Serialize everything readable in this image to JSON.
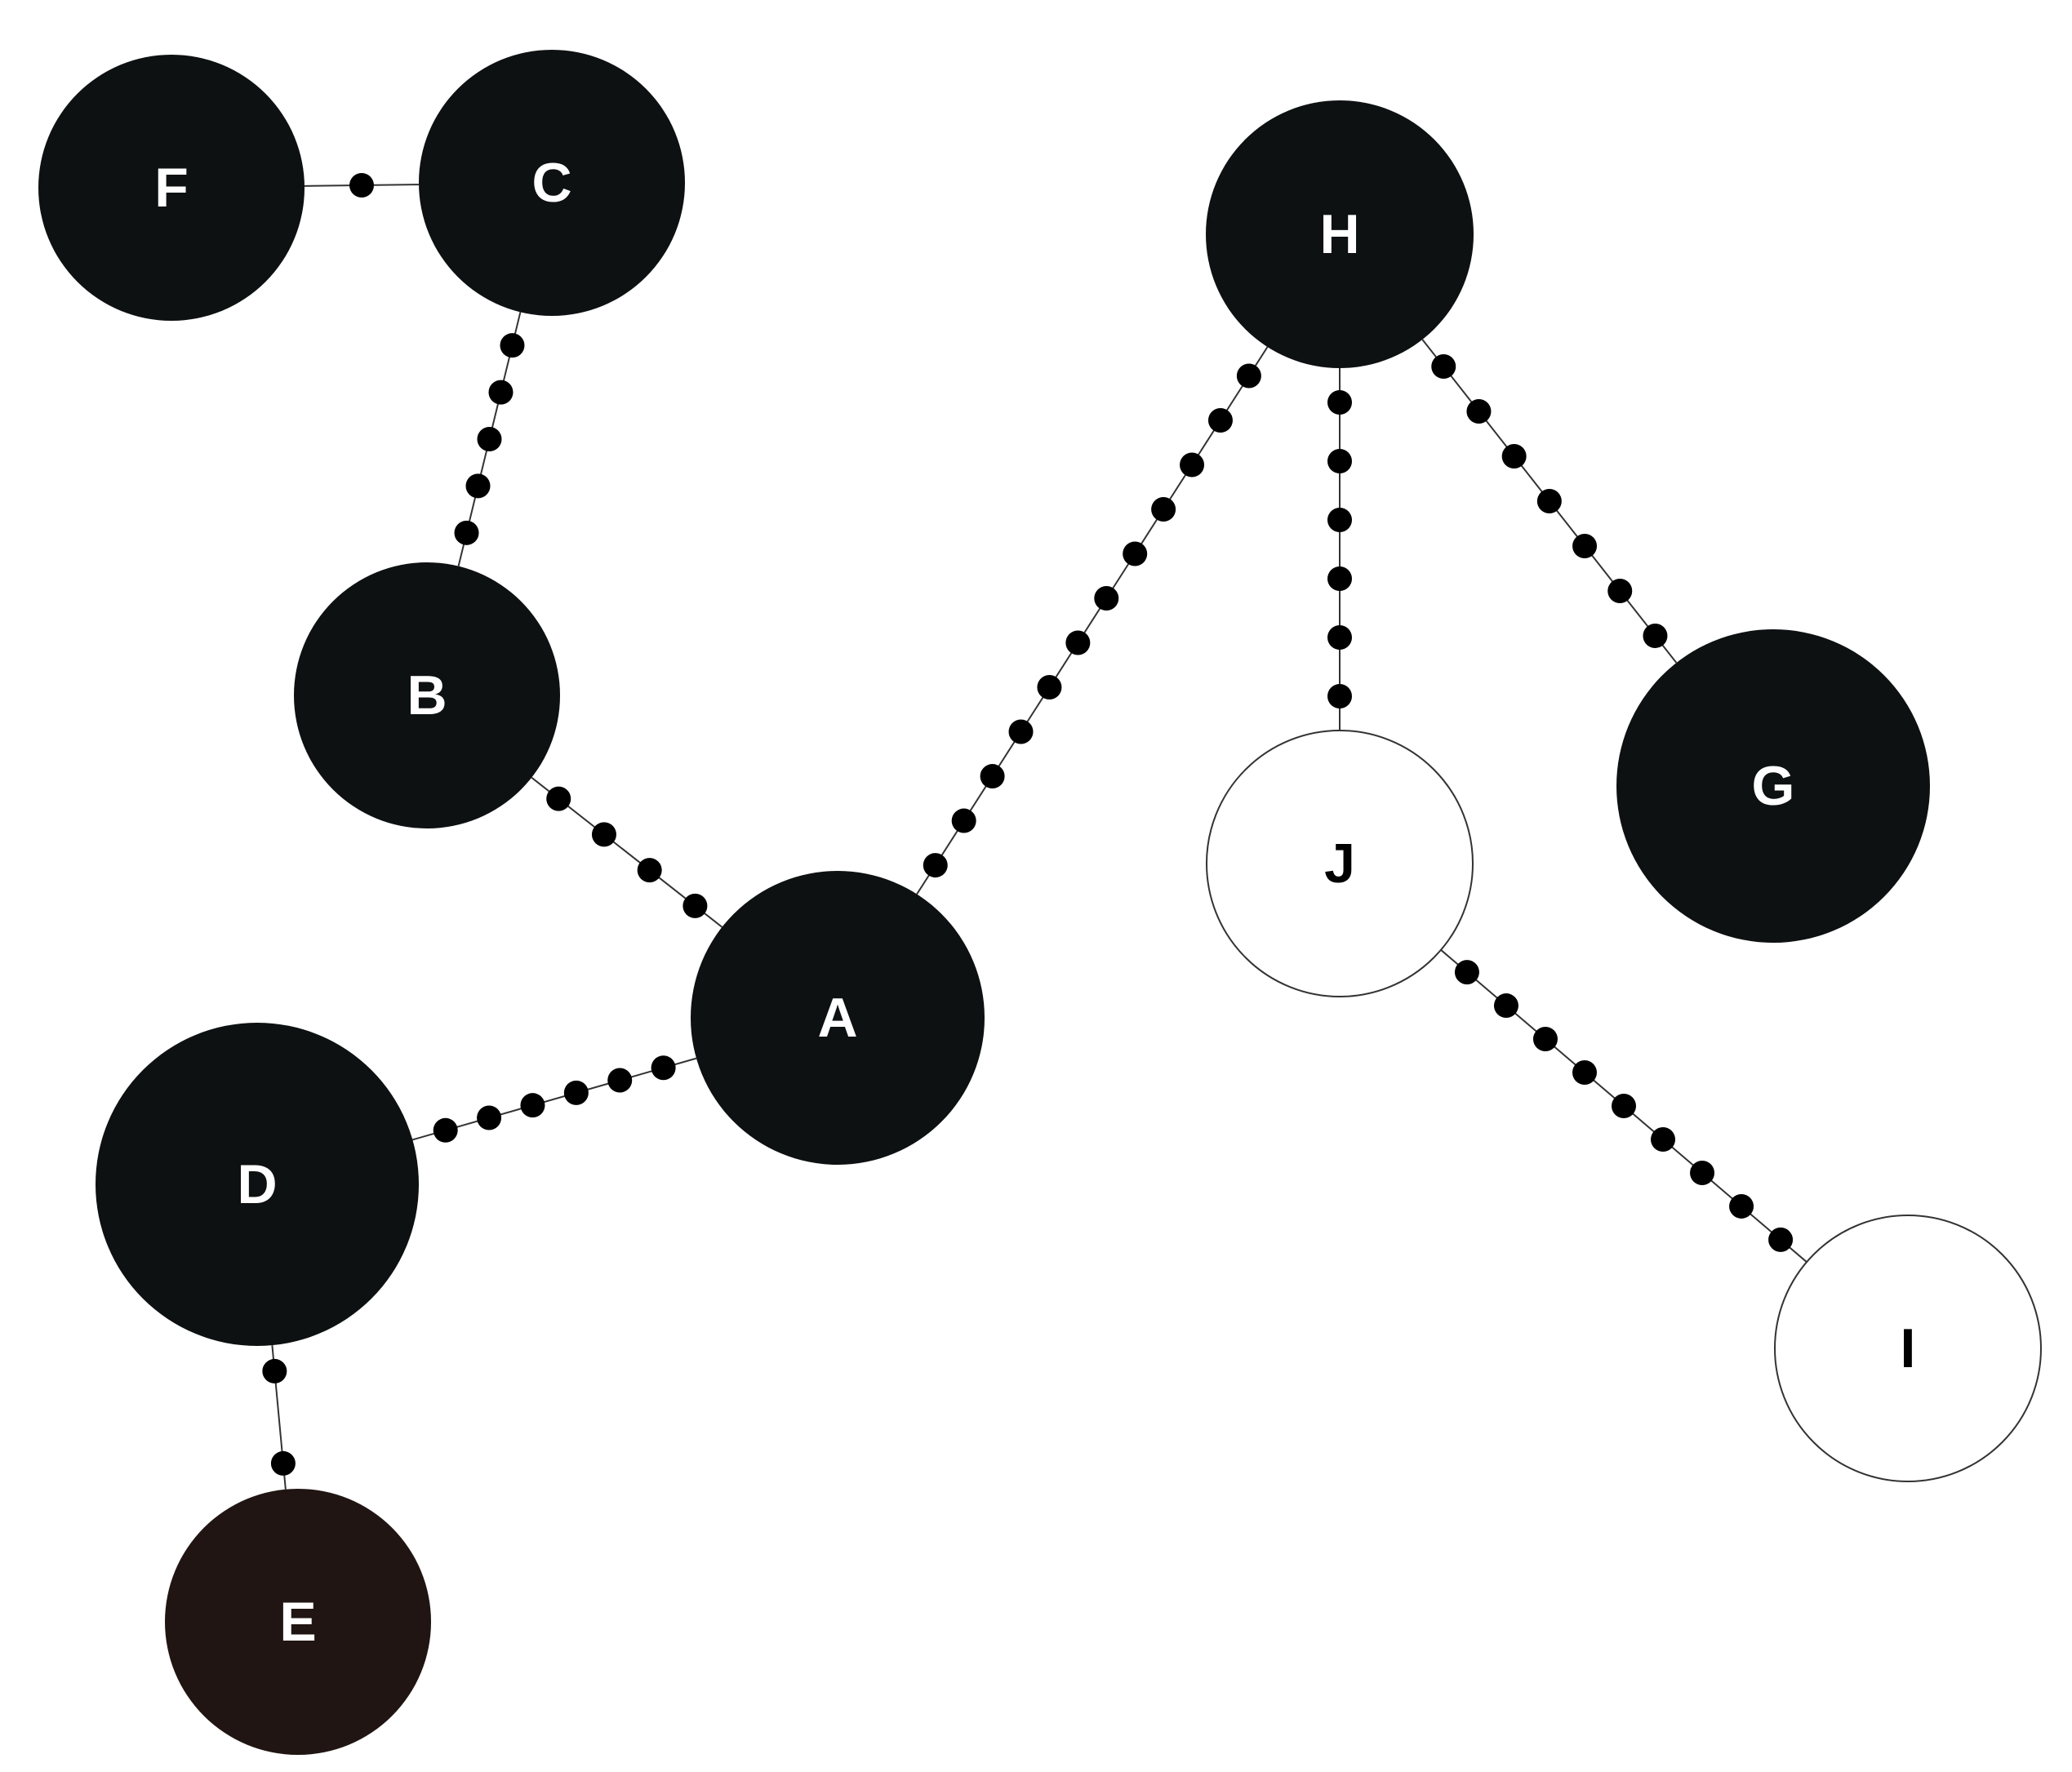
{
  "colors": {
    "background": "#ffffff",
    "filled_node": "#0d1112",
    "filled_node_dark_brown": "#201512",
    "hollow_node": "#ffffff",
    "edge_line": "#333333",
    "edge_dot": "#000000",
    "label_on_filled": "#ffffff",
    "label_on_hollow": "#000000"
  },
  "nodes": [
    {
      "id": "F",
      "label": "F",
      "style": "filled"
    },
    {
      "id": "C",
      "label": "C",
      "style": "filled"
    },
    {
      "id": "H",
      "label": "H",
      "style": "filled"
    },
    {
      "id": "B",
      "label": "B",
      "style": "filled"
    },
    {
      "id": "J",
      "label": "J",
      "style": "hollow"
    },
    {
      "id": "G",
      "label": "G",
      "style": "filled"
    },
    {
      "id": "A",
      "label": "A",
      "style": "filled"
    },
    {
      "id": "D",
      "label": "D",
      "style": "filled"
    },
    {
      "id": "I",
      "label": "I",
      "style": "hollow"
    },
    {
      "id": "E",
      "label": "E",
      "style": "filled_dark_brown"
    }
  ],
  "edges": [
    {
      "from": "F",
      "to": "C",
      "dot_count": 1
    },
    {
      "from": "C",
      "to": "B",
      "dot_count": 5
    },
    {
      "from": "B",
      "to": "A",
      "dot_count": 4
    },
    {
      "from": "A",
      "to": "H",
      "dot_count": 12
    },
    {
      "from": "A",
      "to": "D",
      "dot_count": 6
    },
    {
      "from": "D",
      "to": "E",
      "dot_count": 2
    },
    {
      "from": "H",
      "to": "J",
      "dot_count": 6
    },
    {
      "from": "H",
      "to": "G",
      "dot_count": 7
    },
    {
      "from": "J",
      "to": "I",
      "dot_count": 9
    }
  ]
}
